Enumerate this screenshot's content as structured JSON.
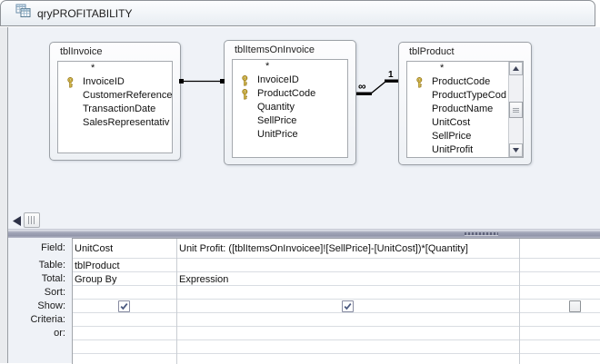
{
  "window": {
    "title": "qryPROFITABILITY"
  },
  "diagram": {
    "tables": [
      {
        "title": "tblInvoice",
        "fields": [
          {
            "n": "*",
            "key": false
          },
          {
            "n": "InvoiceID",
            "key": true
          },
          {
            "n": "CustomerReference",
            "key": false
          },
          {
            "n": "TransactionDate",
            "key": false
          },
          {
            "n": "SalesRepresentativ",
            "key": false
          }
        ]
      },
      {
        "title": "tblItemsOnInvoice",
        "fields": [
          {
            "n": "*",
            "key": false
          },
          {
            "n": "InvoiceID",
            "key": true
          },
          {
            "n": "ProductCode",
            "key": true
          },
          {
            "n": "Quantity",
            "key": false
          },
          {
            "n": "SellPrice",
            "key": false
          },
          {
            "n": "UnitPrice",
            "key": false
          }
        ]
      },
      {
        "title": "tblProduct",
        "fields": [
          {
            "n": "*",
            "key": false
          },
          {
            "n": "ProductCode",
            "key": true
          },
          {
            "n": "ProductTypeCod",
            "key": false
          },
          {
            "n": "ProductName",
            "key": false
          },
          {
            "n": "UnitCost",
            "key": false
          },
          {
            "n": "SellPrice",
            "key": false
          },
          {
            "n": "UnitProfit",
            "key": false
          }
        ]
      }
    ],
    "join_labels": {
      "one": "1",
      "many": "∞"
    }
  },
  "grid": {
    "row_labels": {
      "field": "Field:",
      "table": "Table:",
      "total": "Total:",
      "sort": "Sort:",
      "show": "Show:",
      "criteria": "Criteria:",
      "or": "or:"
    },
    "columns": [
      {
        "field": "UnitCost",
        "table": "tblProduct",
        "total": "Group By",
        "sort": "",
        "show_checked": true,
        "criteria": "",
        "or": ""
      },
      {
        "field": "Unit Profit: ([tblItemsOnInvoicee]![SellPrice]-[UnitCost])*[Quantity]",
        "table": "",
        "total": "Expression",
        "sort": "",
        "show_checked": true,
        "criteria": "",
        "or": ""
      },
      {
        "field": "",
        "table": "",
        "total": "",
        "sort": "",
        "show_checked": false,
        "criteria": "",
        "or": ""
      }
    ]
  },
  "colors": {
    "accent_key": "#efd659",
    "splitter": "#9296aa",
    "check": "#4c5a80"
  }
}
